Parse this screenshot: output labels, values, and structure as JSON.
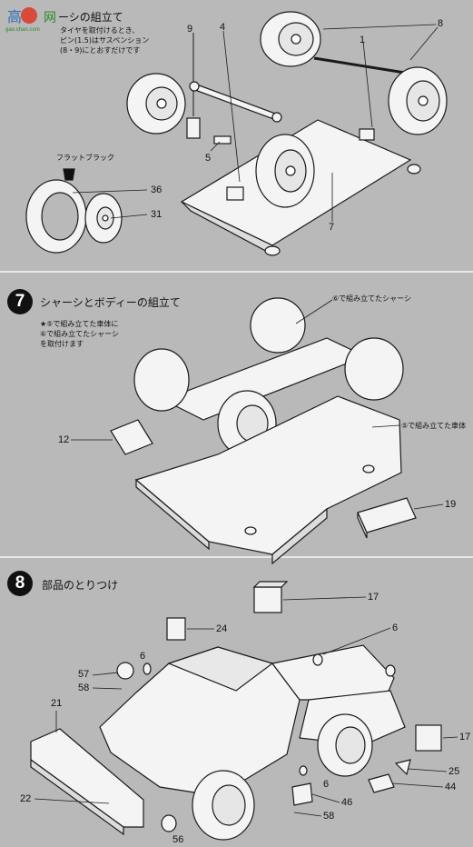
{
  "watermark": {
    "brand_text": "高",
    "url_text": "gao.shan.com"
  },
  "step6": {
    "title_partial": "ーシの組立て",
    "note_lines": [
      "タイヤを取付けるとき、",
      "ピン(1.5)はサスペンション",
      "(8・9)にとおすだけです"
    ],
    "flat_black_label": "フラットブラック",
    "callouts": [
      "8",
      "1",
      "9",
      "4",
      "5",
      "36",
      "31",
      "7"
    ]
  },
  "step7": {
    "number": "7",
    "title": "シャーシとボディーの組立て",
    "note_lines": [
      "★⑤で組み立てた車体に",
      "⑥で組み立てたシャーシ",
      "を取付けます"
    ],
    "label_chassis": "⑥で組み立てたシャーシ",
    "label_body": "⑤で組み立てた車体",
    "callouts": [
      "12",
      "19"
    ]
  },
  "step8": {
    "number": "8",
    "title": "部品のとりつけ",
    "callouts": [
      "17",
      "24",
      "6",
      "6",
      "57",
      "58",
      "21",
      "17",
      "25",
      "44",
      "6",
      "22",
      "46",
      "58",
      "56"
    ]
  }
}
